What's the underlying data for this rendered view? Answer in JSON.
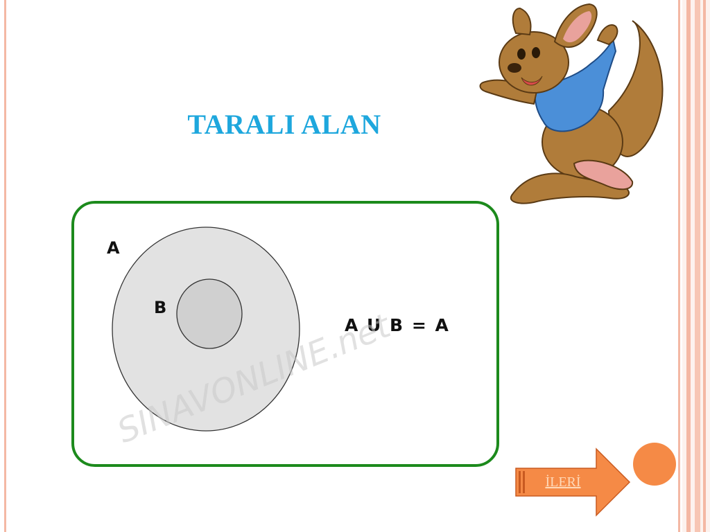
{
  "title": "TARALI ALAN",
  "diagram": {
    "set_a_label": "A",
    "set_b_label": "B",
    "equation": "A U B = A",
    "watermark": "SINAVONLINE.net"
  },
  "navigation": {
    "next_label": "İLERİ"
  },
  "colors": {
    "title": "#1ea7dd",
    "frame_border": "#1c8a1c",
    "set_a_fill": "#e2e2e2",
    "set_b_fill": "#d0d0d0",
    "arrow_fill": "#f58a46",
    "circle_button": "#f58a46",
    "side_stripes": "#f4b8a4"
  },
  "icons": [
    "kangaroo-illustration",
    "arrow-right-icon",
    "circle-button"
  ]
}
